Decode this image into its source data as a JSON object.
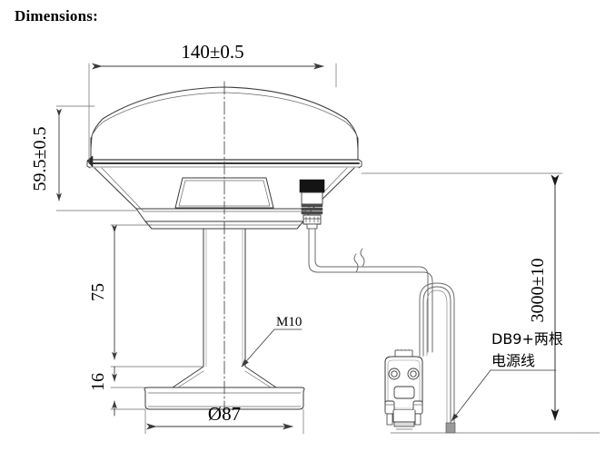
{
  "page": {
    "title": "Dimensions:",
    "type": "mechanical-dimension-drawing",
    "subject": "GNSS survey antenna with mast, base plate and DB9 cable"
  },
  "colors": {
    "line": "#3a3a3a",
    "thin_line": "#6b6b6b",
    "text": "#000000",
    "connector_dark": "#141414",
    "connector_mid": "#4a4a4a",
    "background": "#ffffff"
  },
  "dimensions": {
    "overall_width": {
      "label": "140±0.5",
      "orientation": "horizontal",
      "position": "top",
      "feature": "antenna dome diameter"
    },
    "dome_height": {
      "label": "59.5±0.5",
      "orientation": "vertical-rotated",
      "position": "left-upper",
      "feature": "antenna radome height"
    },
    "mast_height": {
      "label": "75",
      "orientation": "vertical-rotated",
      "position": "left-middle",
      "feature": "mast / pole length"
    },
    "base_height": {
      "label": "16",
      "orientation": "vertical-rotated",
      "position": "left-lower",
      "feature": "base plate thickness"
    },
    "base_diameter": {
      "label": "Ø87",
      "orientation": "horizontal",
      "position": "bottom",
      "feature": "base plate diameter"
    },
    "cable_length": {
      "label": "3000±10",
      "orientation": "vertical-rotated",
      "position": "right",
      "feature": "cable length"
    }
  },
  "callouts": {
    "thread": {
      "label": "M10",
      "feature": "mounting thread at base of mast"
    },
    "cable_end": {
      "line1": "DB9+两根",
      "line2": "电源线",
      "full": "DB9+两根电源线",
      "feature": "DB9 connector plus two power wires"
    }
  },
  "units": "mm"
}
